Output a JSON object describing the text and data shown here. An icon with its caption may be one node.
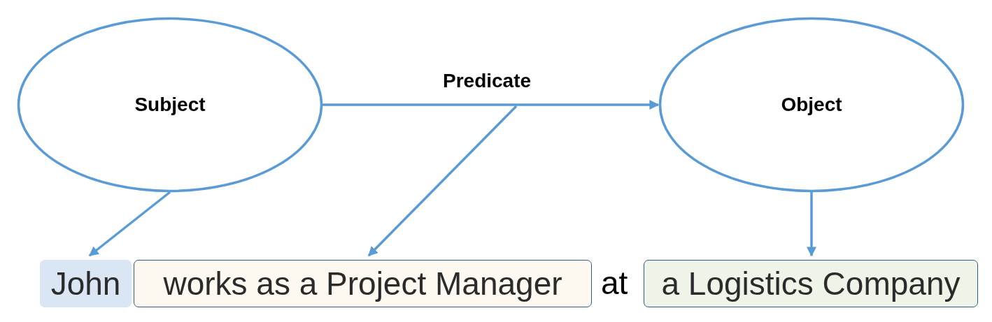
{
  "diagram": {
    "nodes": [
      {
        "text": [
          "Subject"
        ]
      },
      {
        "text": [
          "Object"
        ]
      },
      {
        "text": [
          "John"
        ]
      },
      {
        "text": [
          "works as a Project Manager"
        ]
      },
      {
        "text": [
          "a Logistics Company"
        ]
      }
    ],
    "edges": [
      {
        "from": 0,
        "to": 1,
        "arrow": "to",
        "label": "Predicate"
      },
      {
        "from": 0,
        "to": 2,
        "arrow": "to"
      },
      {
        "from": null,
        "to": 3,
        "arrow": "to"
      },
      {
        "from": 1,
        "to": 4,
        "arrow": "to"
      }
    ],
    "labels": [
      "at"
    ]
  }
}
